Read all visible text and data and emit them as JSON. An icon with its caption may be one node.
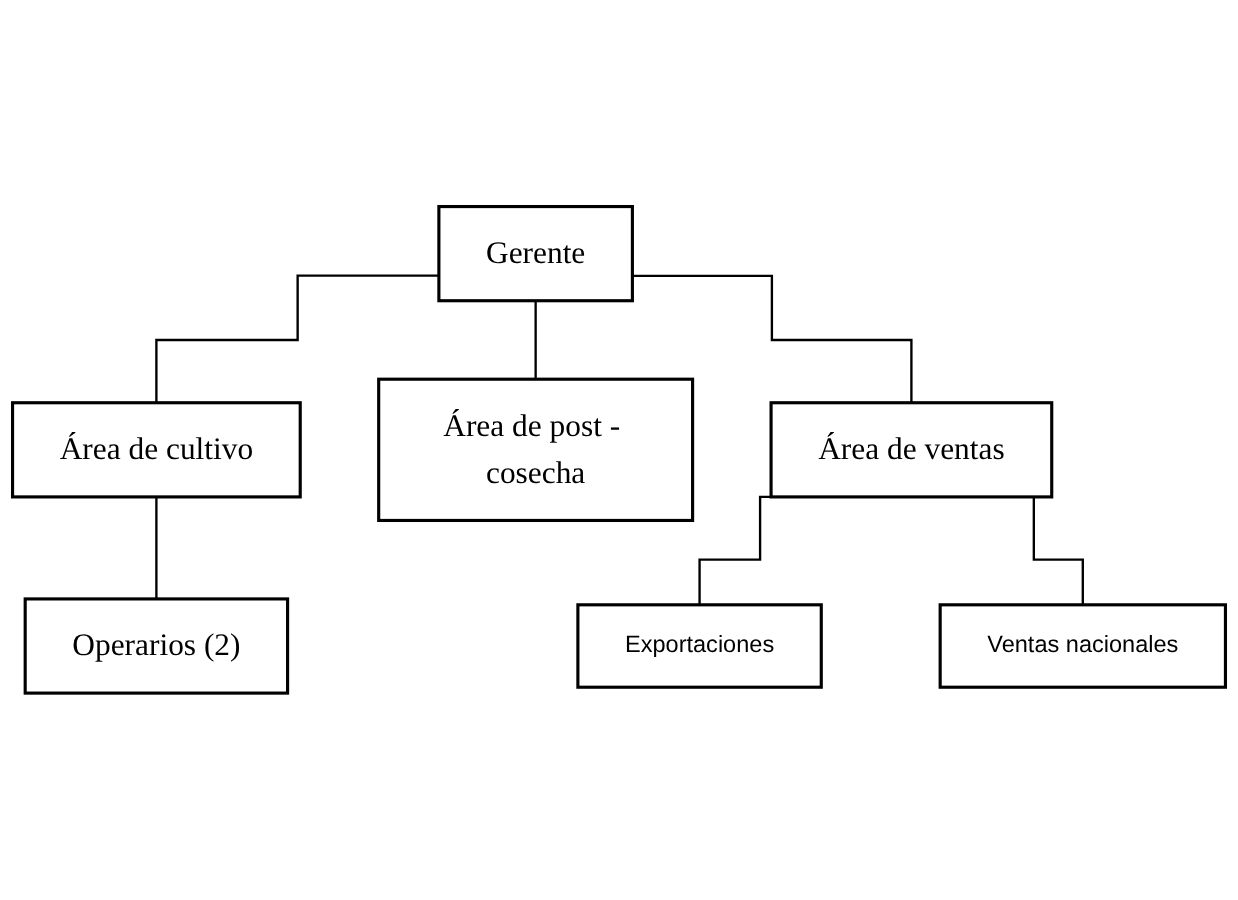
{
  "diagram": {
    "nodes": [
      {
        "text": [
          "Gerente"
        ]
      },
      {
        "text": [
          "Área de cultivo"
        ]
      },
      {
        "text": [
          "Área de post - cosecha"
        ]
      },
      {
        "text": [
          "Área de ventas"
        ]
      },
      {
        "text": [
          "Operarios (2)"
        ]
      },
      {
        "text": [
          "Exportaciones"
        ]
      },
      {
        "text": [
          "Ventas nacionales"
        ]
      }
    ],
    "edges": [
      {
        "from": 0,
        "to": 1,
        "arrow": "none"
      },
      {
        "from": 0,
        "to": 2,
        "arrow": "none"
      },
      {
        "from": 0,
        "to": 3,
        "arrow": "none"
      },
      {
        "from": 1,
        "to": 4,
        "arrow": "none"
      },
      {
        "from": 3,
        "to": 5,
        "arrow": "none"
      },
      {
        "from": 3,
        "to": 6,
        "arrow": "none"
      }
    ]
  }
}
